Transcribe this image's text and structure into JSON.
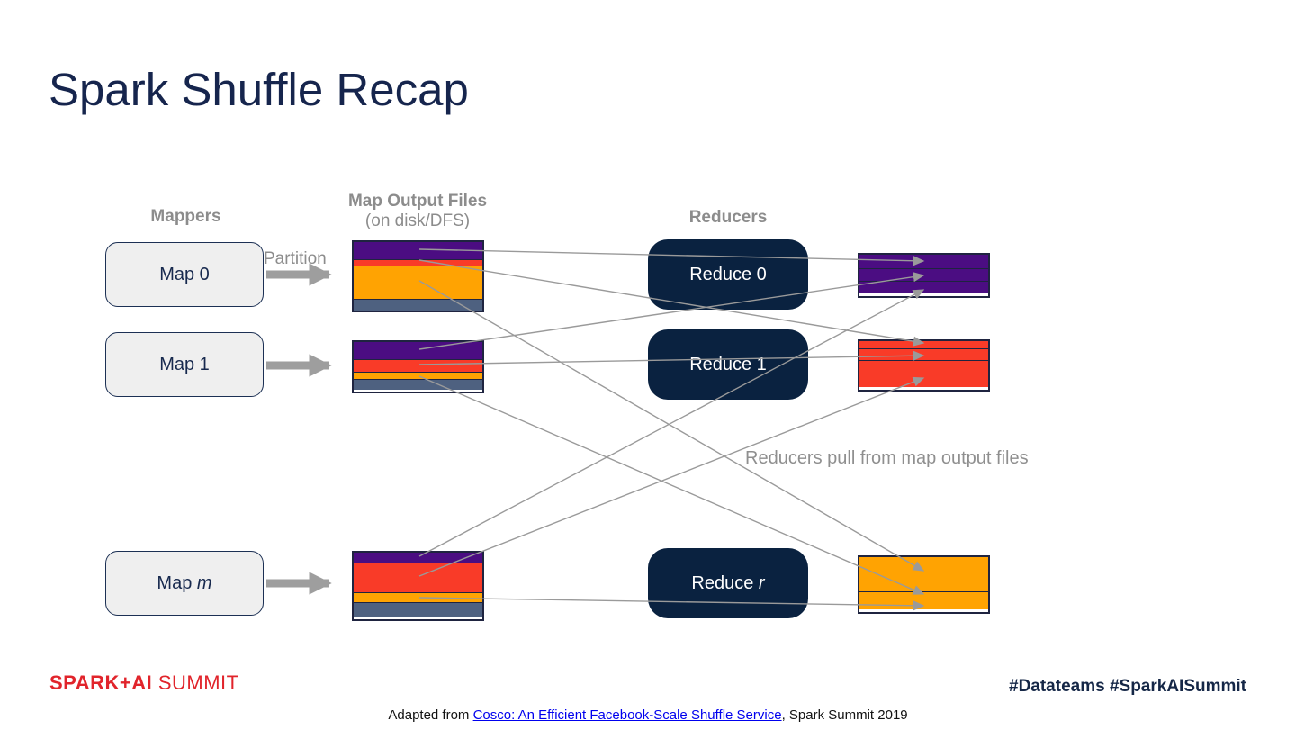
{
  "title": "Spark Shuffle Recap",
  "headers": {
    "mappers": "Mappers",
    "map_output_files": "Map Output Files",
    "on_disk": "(on disk/DFS)",
    "reducers": "Reducers"
  },
  "diagram": {
    "partition_label": "Partition",
    "pull_note": "Reducers pull from map output files",
    "mappers": [
      {
        "prefix": "Map 0",
        "suffix": ""
      },
      {
        "prefix": "Map 1",
        "suffix": ""
      },
      {
        "prefix": "Map ",
        "suffix": "m"
      }
    ],
    "reducers": [
      {
        "prefix": "Reduce 0",
        "suffix": ""
      },
      {
        "prefix": "Reduce 1",
        "suffix": ""
      },
      {
        "prefix": "Reduce ",
        "suffix": "r"
      }
    ]
  },
  "footer": {
    "logo_bold": "SPARK+AI",
    "logo_light": " SUMMIT",
    "hashtags": "#Datateams  #SparkAISummit",
    "citation_prefix": "Adapted from ",
    "citation_link": "Cosco: An Efficient Facebook-Scale Shuffle Service",
    "citation_suffix": ", Spark Summit 2019"
  },
  "colors": {
    "navy_box": "#0A2240",
    "map_fill": "#EFEFEF",
    "purple": "#4B0D82",
    "red": "#F93B28",
    "orange": "#FFA302",
    "slate": "#4E6180",
    "title_navy": "#16254D",
    "hashtag_navy": "#152747",
    "logo_red": "#E1242B",
    "link_blue": "#0000EE",
    "gray_text": "#8C8C8C",
    "connector_gray": "#9A9A9A"
  }
}
